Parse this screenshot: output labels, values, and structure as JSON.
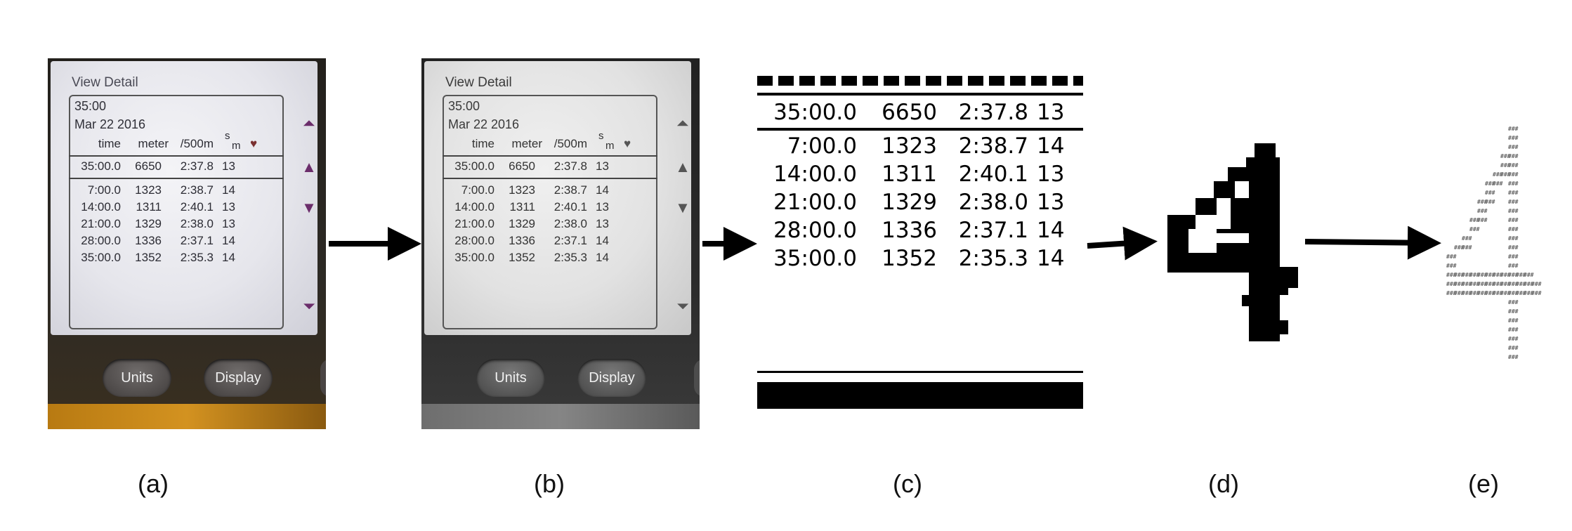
{
  "panel_labels": [
    "(a)",
    "(b)",
    "(c)",
    "(d)",
    "(e)"
  ],
  "monitor": {
    "title": "View Detail",
    "duration": "35:00",
    "date": "Mar  22 2016",
    "headers": {
      "time": "time",
      "meter": "meter",
      "pace": "/500m",
      "rate_top": "s",
      "rate_bottom": "m",
      "heart": "♥"
    },
    "summary": {
      "time": "35:00.0",
      "meter": "6650",
      "pace": "2:37.8",
      "rate": "13"
    },
    "splits": [
      {
        "time": "7:00.0",
        "meter": "1323",
        "pace": "2:38.7",
        "rate": "14"
      },
      {
        "time": "14:00.0",
        "meter": "1311",
        "pace": "2:40.1",
        "rate": "13"
      },
      {
        "time": "21:00.0",
        "meter": "1329",
        "pace": "2:38.0",
        "rate": "13"
      },
      {
        "time": "28:00.0",
        "meter": "1336",
        "pace": "2:37.1",
        "rate": "14"
      },
      {
        "time": "35:00.0",
        "meter": "1352",
        "pace": "2:35.3",
        "rate": "14"
      }
    ],
    "buttons": {
      "units": "Units",
      "display": "Display"
    },
    "side_icons": [
      "double-up-arrow-icon",
      "up-arrow-icon",
      "down-arrow-icon",
      "double-down-arrow-icon"
    ]
  },
  "crop": {
    "summary": {
      "time": "35:00.0",
      "meter": "6650",
      "pace": "2:37.8",
      "rate": "13"
    },
    "splits": [
      {
        "time": "7:00.0",
        "meter": "1323",
        "pace": "2:38.7",
        "rate": "14"
      },
      {
        "time": "14:00.0",
        "meter": "1311",
        "pace": "2:40.1",
        "rate": "13"
      },
      {
        "time": "21:00.0",
        "meter": "1329",
        "pace": "2:38.0",
        "rate": "13"
      },
      {
        "time": "28:00.0",
        "meter": "1336",
        "pace": "2:37.1",
        "rate": "14"
      },
      {
        "time": "35:00.0",
        "meter": "1352",
        "pace": "2:35.3",
        "rate": "14"
      }
    ]
  },
  "ascii_digit_glyph": "###"
}
